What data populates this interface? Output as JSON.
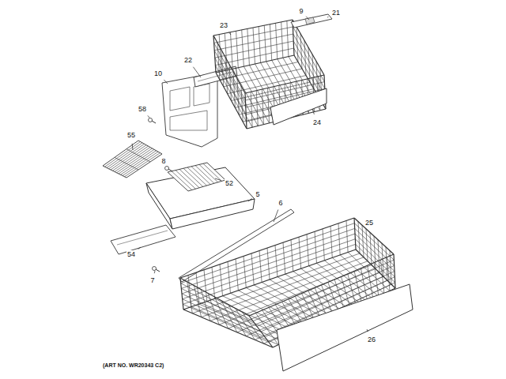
{
  "diagram": {
    "caption": "(ART NO. WR20343 C2)",
    "labels": [
      "9",
      "21",
      "23",
      "22",
      "10",
      "58",
      "24",
      "55",
      "8",
      "52",
      "5",
      "6",
      "25",
      "54",
      "7",
      "26"
    ]
  }
}
